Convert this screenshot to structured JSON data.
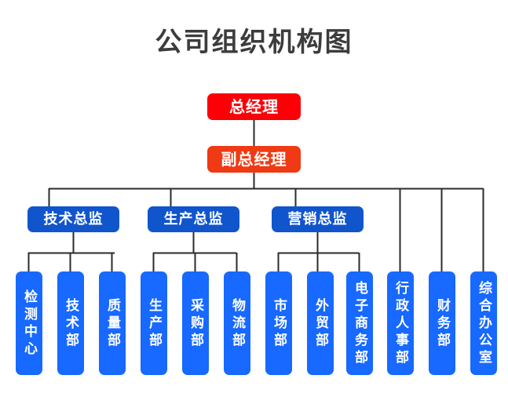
{
  "title": "公司组织机构图",
  "colors": {
    "title_text": "#3c3c3c",
    "ceo_fill": "#fb0007",
    "deputy_fill": "#ef3a13",
    "director_fill": "#1155cd",
    "department_fill": "#1769ff",
    "connector_line": "#2b2b2b",
    "page_background": "#ffffff",
    "node_text": "#ffffff"
  },
  "executives": [
    {
      "label": "总经理",
      "level": "ceo"
    },
    {
      "label": "副总经理",
      "level": "deputy"
    }
  ],
  "directors": [
    {
      "label": "技术总监"
    },
    {
      "label": "生产总监"
    },
    {
      "label": "营销总监"
    }
  ],
  "departments": [
    {
      "label": "检测中心",
      "parent": "技术总监"
    },
    {
      "label": "技术部",
      "parent": "技术总监"
    },
    {
      "label": "质量部",
      "parent": "技术总监"
    },
    {
      "label": "生产部",
      "parent": "生产总监"
    },
    {
      "label": "采购部",
      "parent": "生产总监"
    },
    {
      "label": "物流部",
      "parent": "生产总监"
    },
    {
      "label": "市场部",
      "parent": "营销总监"
    },
    {
      "label": "外贸部",
      "parent": "营销总监"
    },
    {
      "label": "电子商务部",
      "parent": "营销总监"
    },
    {
      "label": "行政人事部",
      "parent": "副总经理"
    },
    {
      "label": "财务部",
      "parent": "副总经理"
    },
    {
      "label": "综合办公室",
      "parent": "副总经理"
    }
  ]
}
